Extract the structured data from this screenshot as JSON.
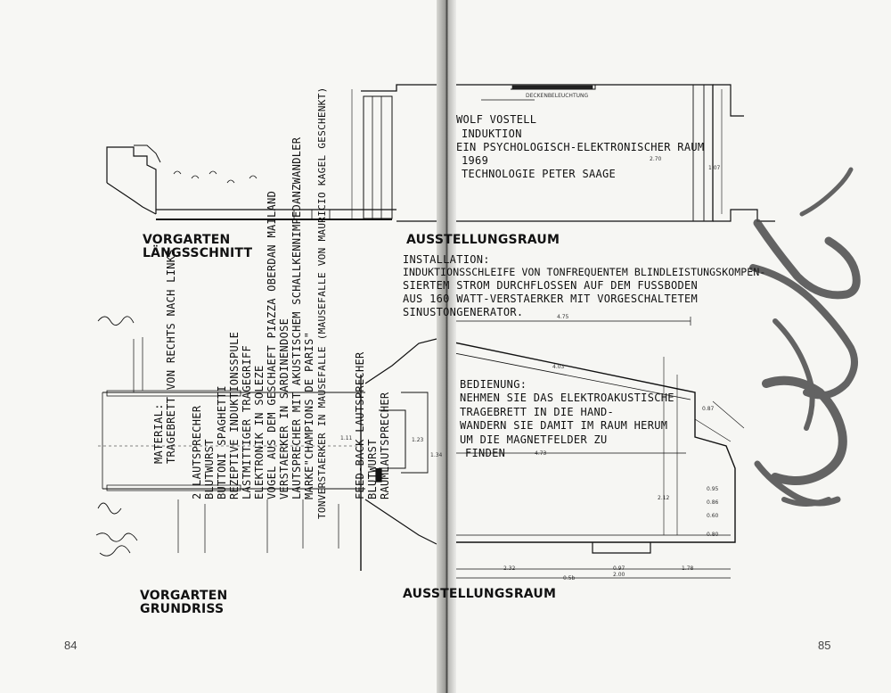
{
  "left_page": {
    "page_number": "84",
    "label_section": [
      "VORGARTEN",
      "LÄNGSSCHNITT"
    ],
    "label_plan": [
      "VORGARTEN",
      "GRUNDRISS"
    ],
    "material_lines": [
      "MATERIAL:",
      "TRAGEBRETT VON RECHTS NACH LINKS",
      "",
      "2 LAUTSPRECHER",
      "BLUTWURST",
      "BUTTONI SPAGHETTI",
      "REZEPTIVE INDUKTIONSSPULE",
      "LASTMITTIGER TRAGEGRIFF",
      "ELEKTRONIK IN SOLEZE",
      "VOGEL AUS DEM GESCHAEFT PIAZZA OBERDAN MAILAND",
      "VERSTAERKER IN SARDINENDOSE",
      "LAUTSPRECHER MIT AKUSTISCHEM SCHALLKENNIMPEDANZWANDLER",
      "MARKE\"CHAMPIONS DE PARIS\"",
      "TONVERSTAERKER IN MAUSEFALLE (MAUSEFALLE VON MAURICIO KAGEL GESCHENKT)",
      "FEED-BACK LAUTSPRECHER",
      "BLUTWURST",
      "RAUMLAUTSPRECHER"
    ]
  },
  "right_page": {
    "page_number": "85",
    "label_room_top": "AUSSTELLUNGSRAUM",
    "label_room_bottom": "AUSSTELLUNGSRAUM",
    "ceiling_label": "DECKENBELEUCHTUNG",
    "title_lines": [
      "WOLF VOSTELL",
      "INDUKTION",
      "EIN PSYCHOLOGISCH-ELEKTRONISCHER RAUM",
      "1969",
      "TECHNOLOGIE PETER SAAGE"
    ],
    "installation_lines": [
      "INSTALLATION:",
      "INDUKTIONSSCHLEIFE VON TONFREQUENTEM BLINDLEISTUNGSKOMPEN-",
      "SIERTEM STROM DURCHFLOSSEN AUF DEM FUSSBODEN",
      "AUS 160 WATT-VERSTAERKER MIT VORGESCHALTETEM",
      "SINUSTONGENERATOR."
    ],
    "usage_lines": [
      "BEDIENUNG:",
      "NEHMEN SIE DAS ELEKTROAKUSTISCHE",
      "TRAGEBRETT IN DIE HAND-",
      "WANDERN SIE DAMIT IM RAUM HERUM",
      "UM DIE MAGNETFELDER ZU",
      "FINDEN"
    ],
    "dimensions": [
      "4.75",
      "4.03",
      "4.73",
      "2.32",
      "1.78",
      "0.97",
      "2.00",
      "0.5b",
      "2.70",
      "1.07",
      "1.23",
      "1.11",
      "2.12",
      "1.34",
      "0.95",
      "0.60",
      "0.86",
      "0.80",
      "0.87"
    ]
  },
  "colors": {
    "ink": "#111111",
    "paper": "#f7f7f4",
    "gutter": "#3a3a38",
    "crayon": "#555555"
  }
}
